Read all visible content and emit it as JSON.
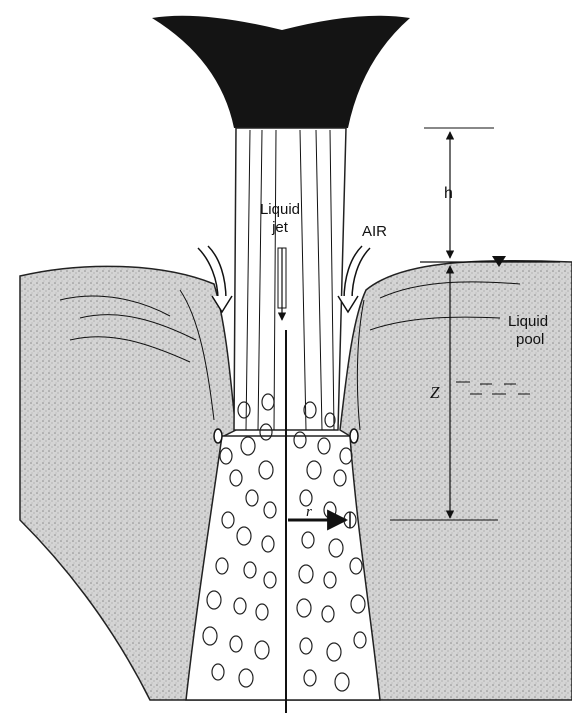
{
  "labels": {
    "liquid_jet": [
      "Liquid",
      "jet"
    ],
    "air": "AIR",
    "h": "h",
    "z": "Z",
    "r": "r",
    "liquid_pool": [
      "Liquid",
      "pool"
    ]
  },
  "colors": {
    "ink": "#111111",
    "water": "#cfcfcf",
    "background": "#ffffff"
  }
}
